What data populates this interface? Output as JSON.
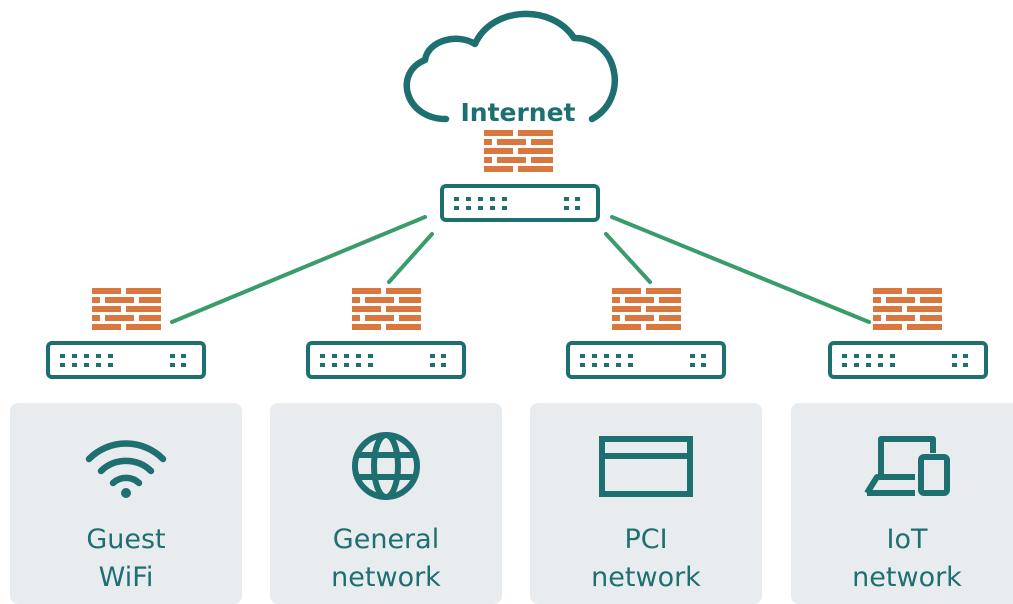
{
  "colors": {
    "teal": "#1e6f70",
    "brick": "#d9773f",
    "link": "#3a9b6c",
    "card_bg": "#e9ecee"
  },
  "internet": {
    "label": "Internet",
    "icon": "cloud-icon"
  },
  "core": {
    "firewall_icon": "firewall-icon",
    "switch_icon": "switch-icon"
  },
  "segments": [
    {
      "icon": "wifi-icon",
      "line1": "Guest",
      "line2": "WiFi"
    },
    {
      "icon": "globe-icon",
      "line1": "General",
      "line2": "network"
    },
    {
      "icon": "card-reader-icon",
      "line1": "PCI",
      "line2": "network"
    },
    {
      "icon": "devices-icon",
      "line1": "IoT",
      "line2": "network"
    }
  ]
}
